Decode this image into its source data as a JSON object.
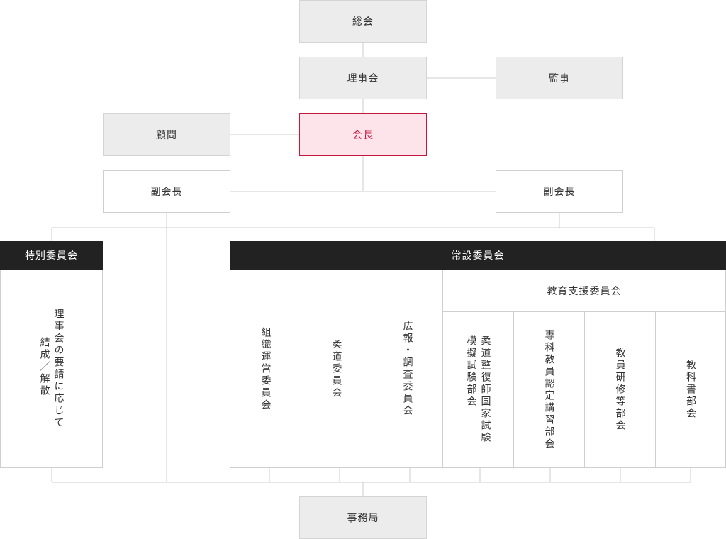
{
  "nodes": {
    "general_meeting": "総会",
    "board": "理事会",
    "auditor": "監事",
    "advisor": "顧問",
    "president": "会長",
    "vice_president_left": "副会長",
    "vice_president_right": "副会長",
    "special_committee": "特別委員会",
    "special_committee_note": [
      "理事会の要請に応じて",
      "結成／解散"
    ],
    "standing_committee": "常設委員会",
    "org_committee": [
      "組織運営委員会"
    ],
    "judo_committee": [
      "柔道委員会"
    ],
    "pr_committee": [
      "広報・調査委員会"
    ],
    "education_committee": "教育支援委員会",
    "exam_subcommittee": [
      "柔道整復師国家試験",
      "模擬試験部会"
    ],
    "cert_subcommittee": [
      "専科教員認定講習部会"
    ],
    "training_subcommittee": [
      "教員研修等部会"
    ],
    "textbook_subcommittee": [
      "教科書部会"
    ],
    "secretariat": "事務局"
  },
  "colors": {
    "highlight_border": "#c4163c",
    "highlight_fill": "#fde3ea",
    "bar_fill": "#222222",
    "gray_fill": "#ececec",
    "line": "#cccccc"
  }
}
